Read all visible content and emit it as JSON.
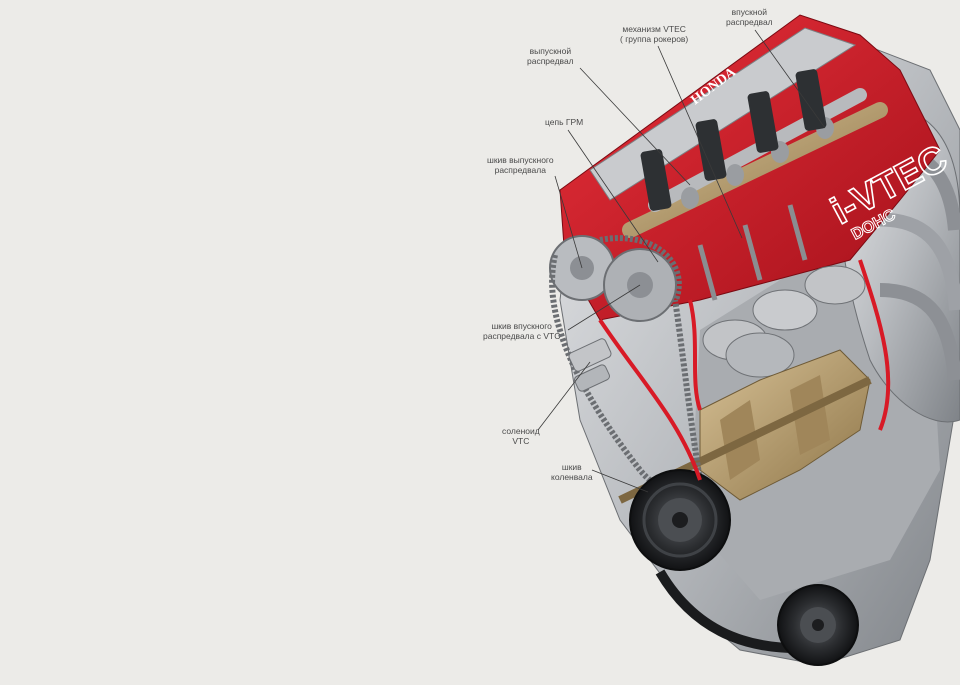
{
  "engine": {
    "brand_plate": "HONDA",
    "cover_badge": "i-VTEC",
    "cover_badge_sub": "DOHC"
  },
  "labels": {
    "exhaust_cam": {
      "line1": "выпускной",
      "line2": "распредвал"
    },
    "vtec": {
      "line1": "механизм VTEC",
      "line2": "( группа рокеров)"
    },
    "intake_cam": {
      "line1": "впускной",
      "line2": "распредвал"
    },
    "timing_chain": {
      "line1": "цепь ГРМ"
    },
    "exhaust_pulley": {
      "line1": "шкив выпускного",
      "line2": "распредвала"
    },
    "intake_pulley": {
      "line1": "шкив впускного",
      "line2": "распредвала с VTC"
    },
    "solenoid": {
      "line1": "соленоид",
      "line2": "VTC"
    },
    "crank_pulley": {
      "line1": "шкив",
      "line2": "коленвала"
    }
  },
  "colors": {
    "background": "#ecebe8",
    "engine_red": "#d81a26",
    "engine_red_dark": "#9e0f18",
    "aluminum": "#c4c6c9",
    "aluminum_dark": "#8c8f94",
    "bronze": "#b59a6a",
    "label_text": "#4a4a4a"
  }
}
